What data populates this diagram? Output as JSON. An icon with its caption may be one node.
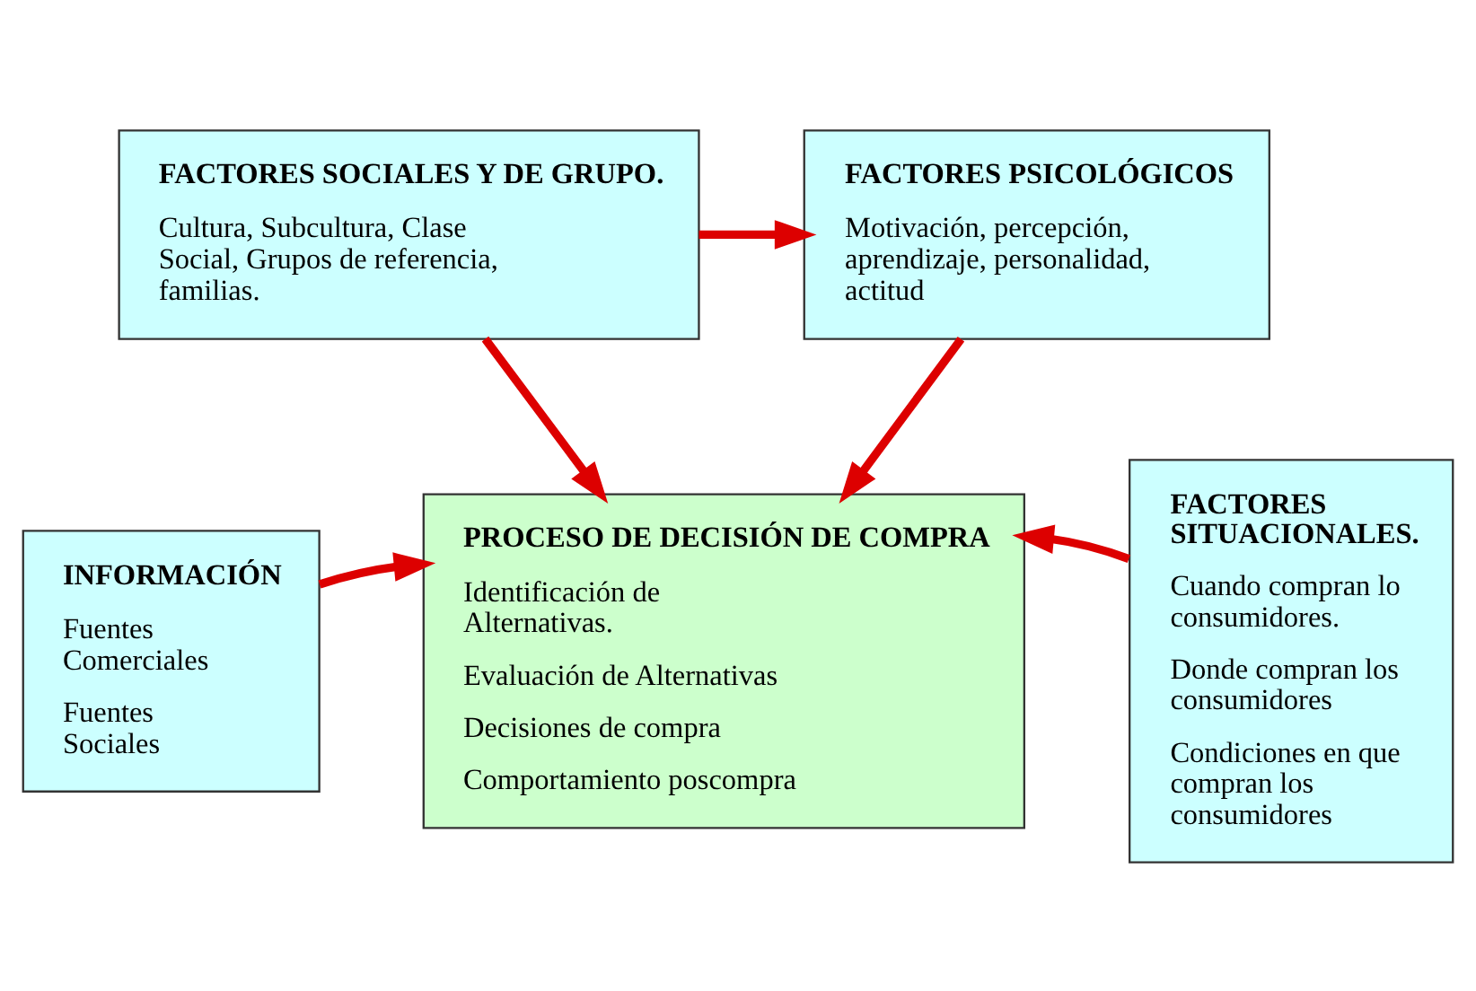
{
  "diagram": {
    "nodes": [
      {
        "text": [
          "FACTORES SOCIALES Y DE GRUPO.",
          "Cultura, Subcultura, Clase Social, Grupos de referencia, familias."
        ]
      },
      {
        "text": [
          "FACTORES PSICOLÓGICOS",
          "Motivación, percepción, aprendizaje, personalidad, actitud"
        ]
      },
      {
        "text": [
          "INFORMACIÓN",
          "Fuentes Comerciales",
          "Fuentes Sociales"
        ]
      },
      {
        "text": [
          "PROCESO DE DECISIÓN DE COMPRA",
          "Identificación de Alternativas.",
          "Evaluación de Alternativas",
          "Decisiones de compra",
          "Comportamiento poscompra"
        ]
      },
      {
        "text": [
          "FACTORES SITUACIONALES.",
          "Cuando compran lo consumidores.",
          "Donde compran los consumidores",
          "Condiciones en que compran los consumidores"
        ]
      }
    ],
    "edges": [
      {
        "from": 0,
        "to": 1,
        "arrow": "to"
      },
      {
        "from": 0,
        "to": 3,
        "arrow": "to"
      },
      {
        "from": 1,
        "to": 3,
        "arrow": "to"
      },
      {
        "from": 2,
        "to": 3,
        "arrow": "to"
      },
      {
        "from": 4,
        "to": 3,
        "arrow": "to"
      }
    ]
  }
}
